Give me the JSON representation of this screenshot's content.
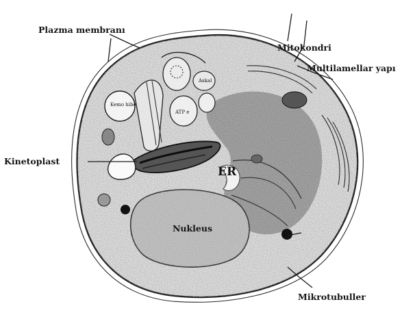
{
  "diagram": {
    "labels": {
      "plasma_membrane": "Plazma membranı",
      "mitochondria": "Mitokondri",
      "multilamellar": "Multilamellar yapı",
      "kinetoplast": "Kinetoplast",
      "er": "ER",
      "nucleus": "Nukleus",
      "microtubules": "Mikrotubuller"
    },
    "inner_labels": {
      "left_vacuole": "Kemo hibe",
      "upper_vesicle": "Askal",
      "flagellum": "ATP e"
    },
    "colors": {
      "ink": "#141414",
      "cytoplasm": "#d8d8d8",
      "background": "#ffffff"
    }
  }
}
